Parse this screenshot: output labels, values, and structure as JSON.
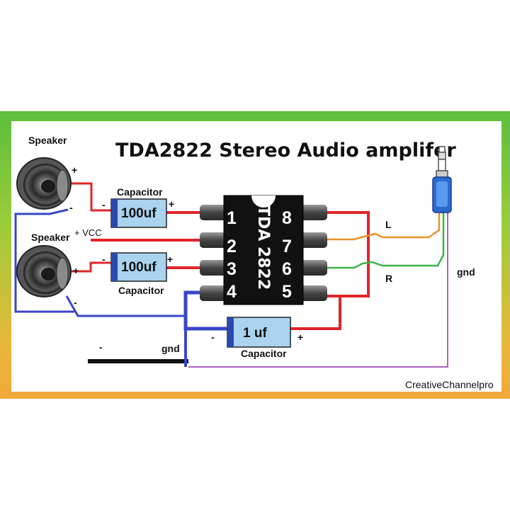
{
  "title": "TDA2822 Stereo Audio amplifer",
  "chip": {
    "label": "TDA 2822",
    "pins": [
      "1",
      "2",
      "3",
      "4",
      "5",
      "6",
      "7",
      "8"
    ]
  },
  "speakers": [
    {
      "label": "Speaker",
      "plus": "+",
      "minus": "-"
    },
    {
      "label": "Speaker",
      "plus": "+",
      "minus": "-"
    }
  ],
  "capacitors": [
    {
      "value": "100uf",
      "label": "Capacitor",
      "plus": "+",
      "minus": "-"
    },
    {
      "value": "100uf",
      "label": "Capacitor",
      "plus": "+",
      "minus": "-"
    },
    {
      "value": "1 uf",
      "label": "Capacitor",
      "plus": "+",
      "minus": "-"
    }
  ],
  "vcc_label": "+ VCC",
  "gnd_label": "gnd",
  "gnd_minus": "-",
  "jack_gnd_label": "gnd",
  "left_label": "L",
  "right_label": "R",
  "credit": "CreativeChannelpro",
  "colors": {
    "wire_red": "#e0242a",
    "wire_blue": "#3a46c8",
    "wire_orange": "#e8902a",
    "wire_green": "#3cb44a",
    "wire_purple": "#b060c0",
    "capacitor_fill": "#a9d3ee",
    "capacitor_band": "#2a4ab0",
    "chip_body": "#111111",
    "jack_body": "#2a6ad0"
  }
}
